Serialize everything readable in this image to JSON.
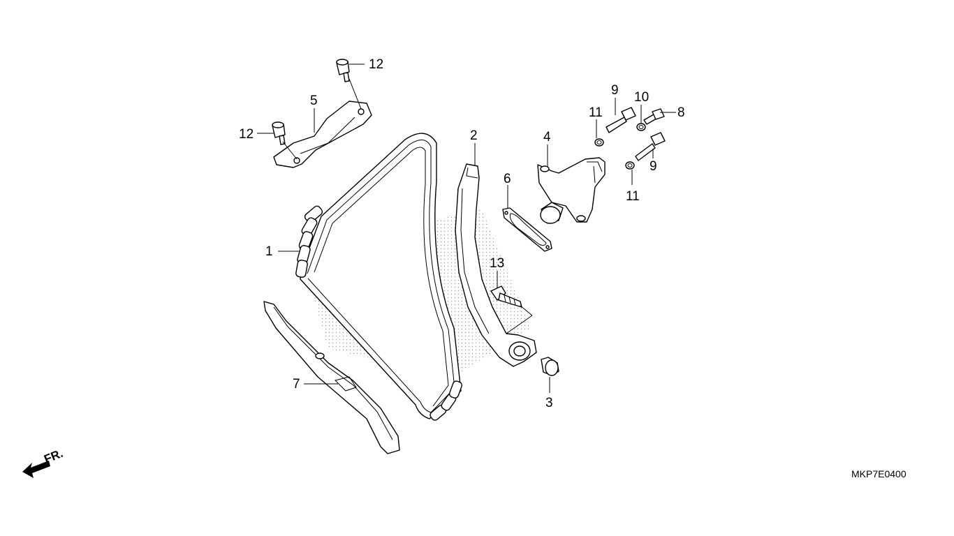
{
  "diagram": {
    "code": "MKP7E0400",
    "direction_label": "FR.",
    "callouts": [
      {
        "id": "c1",
        "text": "1"
      },
      {
        "id": "c2",
        "text": "2"
      },
      {
        "id": "c3",
        "text": "3"
      },
      {
        "id": "c4",
        "text": "4"
      },
      {
        "id": "c5",
        "text": "5"
      },
      {
        "id": "c6",
        "text": "6"
      },
      {
        "id": "c7",
        "text": "7"
      },
      {
        "id": "c8",
        "text": "8"
      },
      {
        "id": "c9a",
        "text": "9"
      },
      {
        "id": "c9b",
        "text": "9"
      },
      {
        "id": "c10",
        "text": "10"
      },
      {
        "id": "c11a",
        "text": "11"
      },
      {
        "id": "c11b",
        "text": "11"
      },
      {
        "id": "c12a",
        "text": "12"
      },
      {
        "id": "c12b",
        "text": "12"
      },
      {
        "id": "c13",
        "text": "13"
      }
    ],
    "colors": {
      "line": "#000000",
      "background": "#ffffff",
      "shade": "#9a9a9a"
    }
  }
}
